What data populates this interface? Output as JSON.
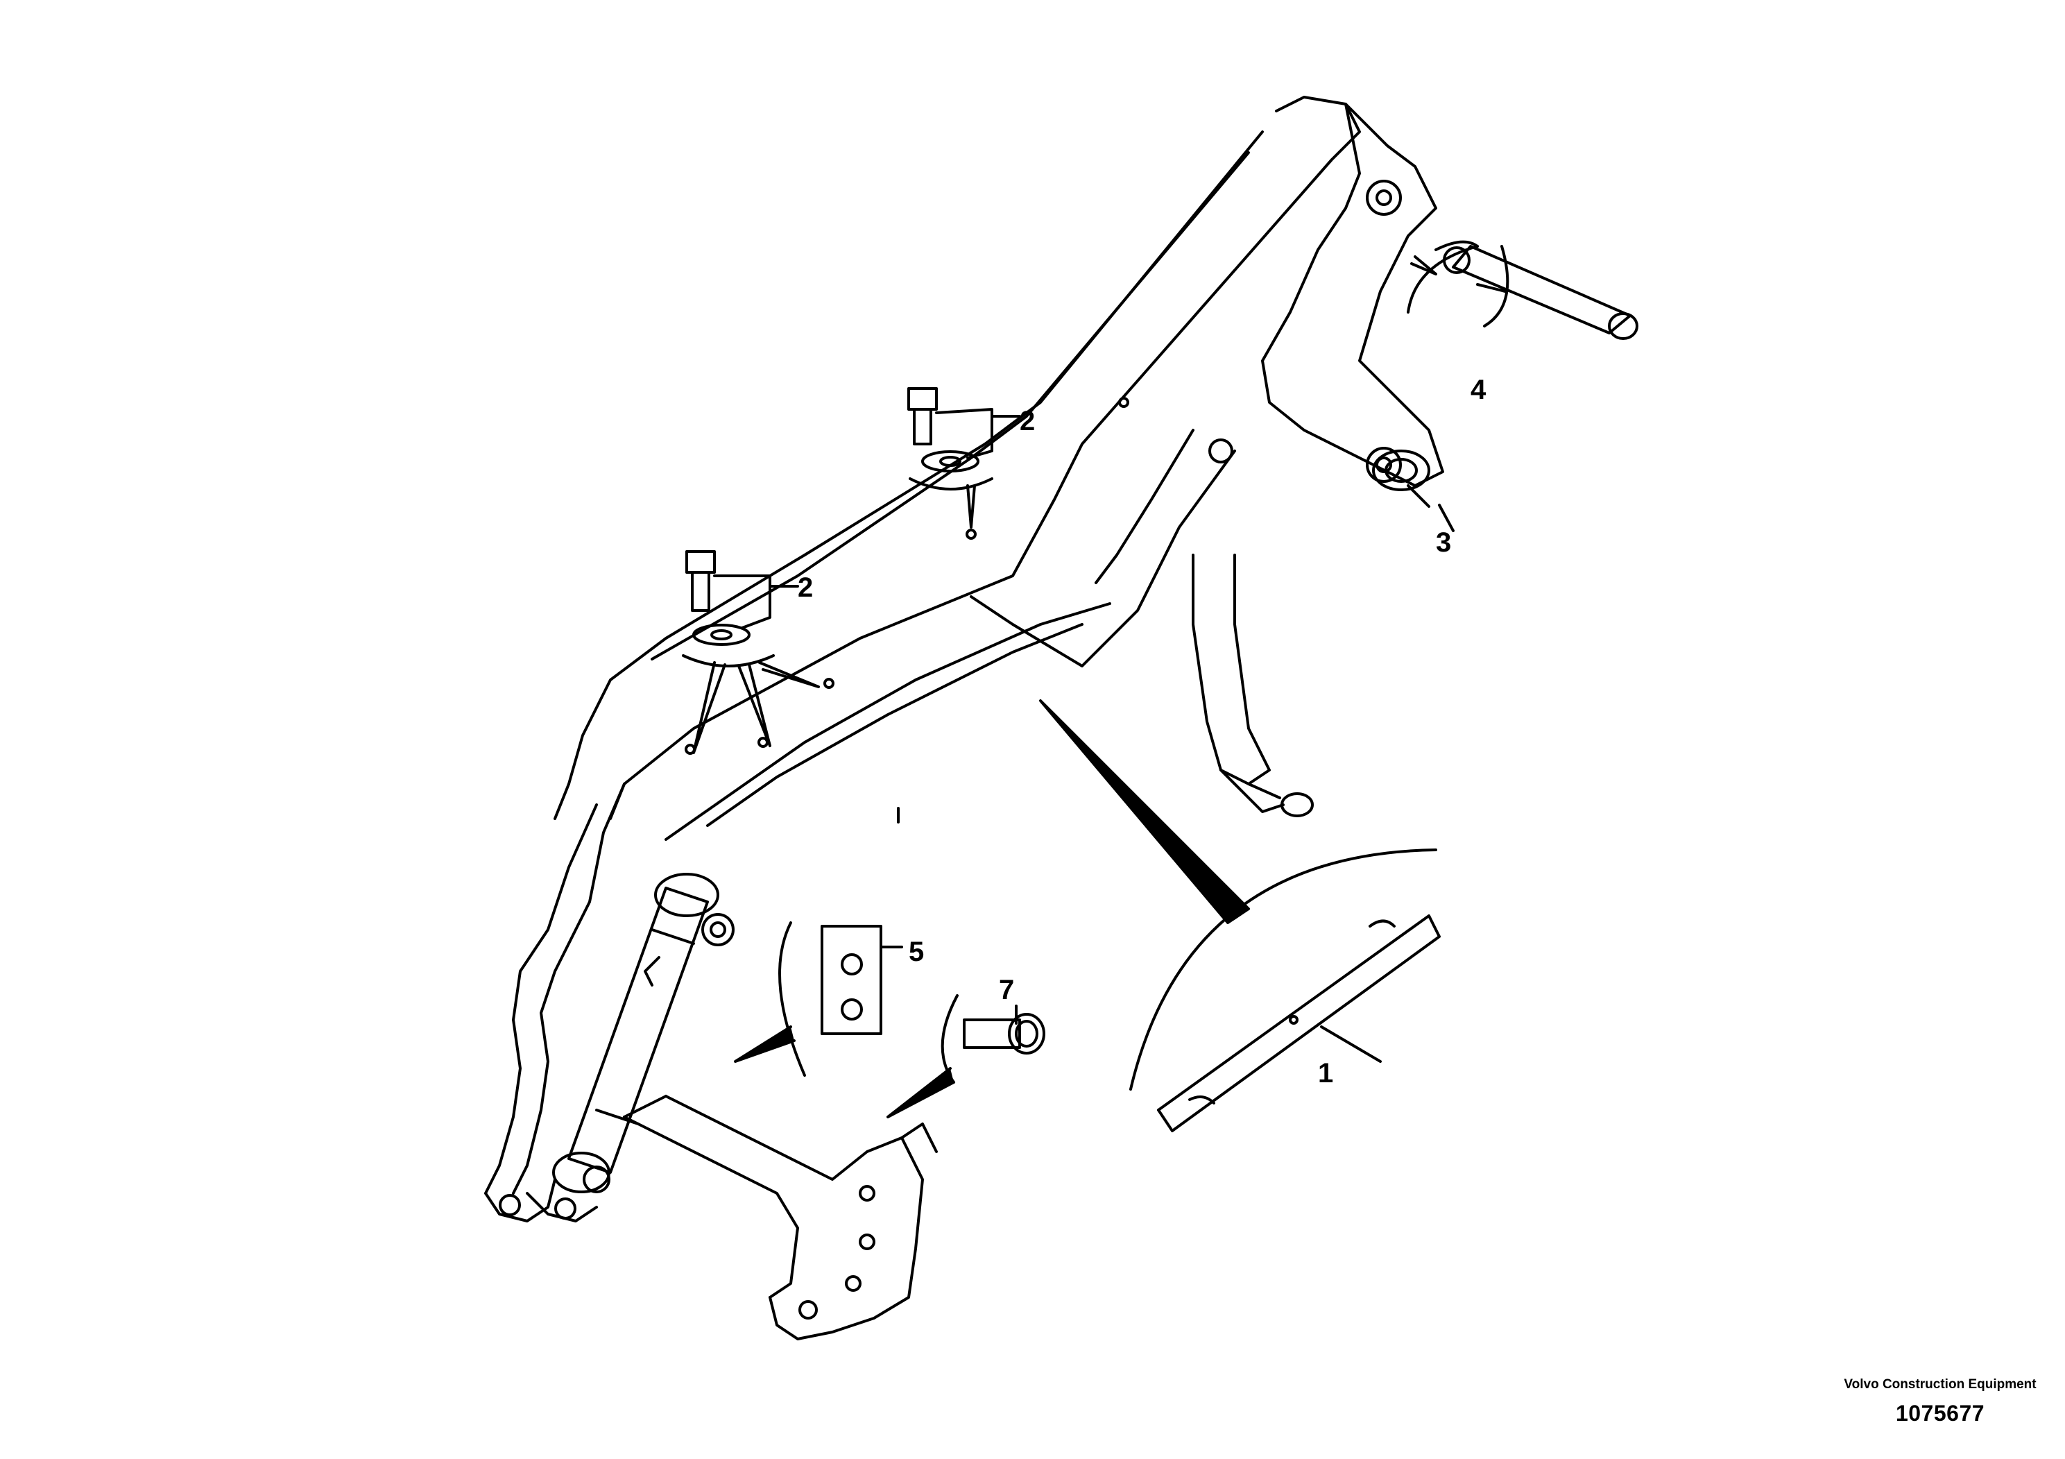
{
  "callouts": [
    {
      "id": "callout-1",
      "label": "1"
    },
    {
      "id": "callout-2a",
      "label": "2"
    },
    {
      "id": "callout-2b",
      "label": "2"
    },
    {
      "id": "callout-3",
      "label": "3"
    },
    {
      "id": "callout-4",
      "label": "4"
    },
    {
      "id": "callout-5",
      "label": "5"
    },
    {
      "id": "callout-7",
      "label": "7"
    }
  ],
  "branding": {
    "company": "Volvo Construction Equipment",
    "drawing_number": "1075677"
  },
  "colors": {
    "line": "#000000",
    "background": "#ffffff"
  }
}
